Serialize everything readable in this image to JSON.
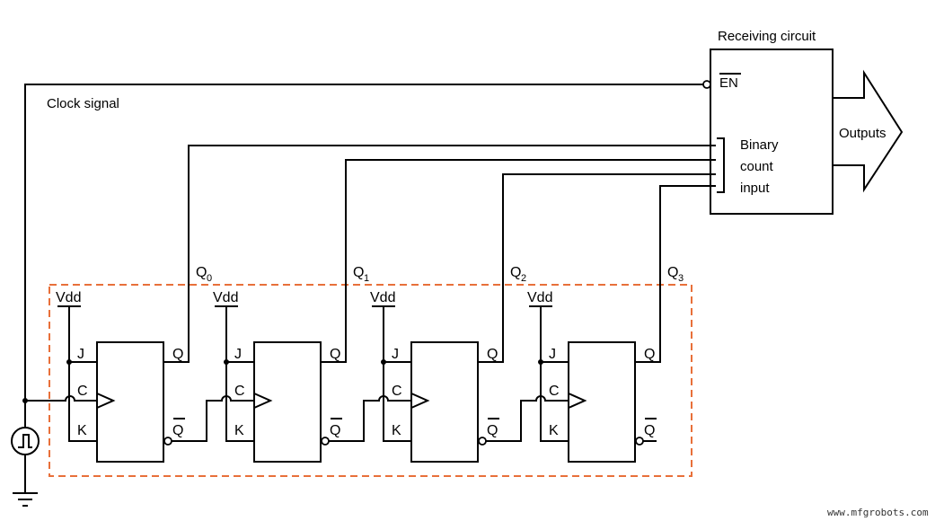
{
  "labels": {
    "clock_signal": "Clock signal",
    "receiving_circuit": "Receiving circuit",
    "enable_pin": "EN",
    "outputs": "Outputs",
    "binary_input_line1": "Binary",
    "binary_input_line2": "count",
    "binary_input_line3": "input",
    "watermark": "www.mfgrobots.com"
  },
  "flip_flops": [
    {
      "q_label": "Q",
      "q_sub": "0",
      "vdd": "Vdd",
      "pin_j": "J",
      "pin_c": "C",
      "pin_k": "K",
      "pin_q": "Q",
      "pin_qbar": "Q"
    },
    {
      "q_label": "Q",
      "q_sub": "1",
      "vdd": "Vdd",
      "pin_j": "J",
      "pin_c": "C",
      "pin_k": "K",
      "pin_q": "Q",
      "pin_qbar": "Q"
    },
    {
      "q_label": "Q",
      "q_sub": "2",
      "vdd": "Vdd",
      "pin_j": "J",
      "pin_c": "C",
      "pin_k": "K",
      "pin_q": "Q",
      "pin_qbar": "Q"
    },
    {
      "q_label": "Q",
      "q_sub": "3",
      "vdd": "Vdd",
      "pin_j": "J",
      "pin_c": "C",
      "pin_k": "K",
      "pin_q": "Q",
      "pin_qbar": "Q"
    }
  ],
  "colors": {
    "dashed_border": "#e8703a",
    "line": "#000000"
  }
}
